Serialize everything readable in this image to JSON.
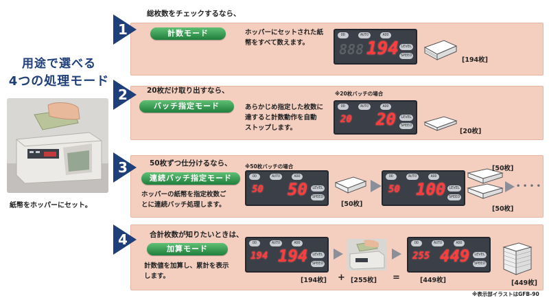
{
  "left": {
    "title_line1": "用途で選べる",
    "title_line2": "4つの処理モード",
    "caption": "紙幣をホッパーにセット。"
  },
  "colors": {
    "number_badge": "#1f3f7a",
    "panel": "#f4cfc0",
    "pill": "#2f9a4c",
    "segment": "#ff3b3b"
  },
  "lcd_buttons": {
    "dd": "DD",
    "auto": "AUTO",
    "add": "ADD",
    "level": "LEVEL",
    "speed": "SPEED"
  },
  "modes": [
    {
      "number": "1",
      "condition": "総枚数をチェックするなら、",
      "name": "計数モード",
      "desc1": "ホッパーにセットされた紙",
      "desc2": "幣をすべて数えます。",
      "display": "194",
      "stack_label": "[194枚]"
    },
    {
      "number": "2",
      "condition": "20枚だけ取り出すなら、",
      "name": "バッチ指定モード",
      "desc1": "あらかじめ指定した枚数に",
      "desc2": "達すると計数動作を自動",
      "desc3": "ストップします。",
      "note": "※20枚バッチの場合",
      "display_small": "20",
      "display": "20",
      "stack_label": "[20枚]"
    },
    {
      "number": "3",
      "condition": "50枚ずつ仕分けるなら、",
      "name": "連続バッチ指定モード",
      "desc1": "ホッパーの紙幣を指定枚数ご",
      "desc2": "とに連続バッチ処理します。",
      "note": "※50枚バッチの場合",
      "display1_small": "50",
      "display1": "50",
      "display2_small": "50",
      "display2": "100",
      "label_a": "[50枚]",
      "label_b": "[50枚]",
      "label_c": "[50枚]",
      "more": "• • • •"
    },
    {
      "number": "4",
      "condition": "合計枚数が知りたいときは、",
      "name": "加算モード",
      "desc1": "計数値を加算し、累計を表示",
      "desc2": "します。",
      "display1_small": "194",
      "display1": "194",
      "display2_small": "255",
      "display2": "449",
      "label1": "[194枚]",
      "plus": "+",
      "label2": "[255枚]",
      "equals": "=",
      "label3": "[449枚]",
      "label4": "[449枚]"
    }
  ],
  "footnote": "※表示部イラストはGFB-90"
}
